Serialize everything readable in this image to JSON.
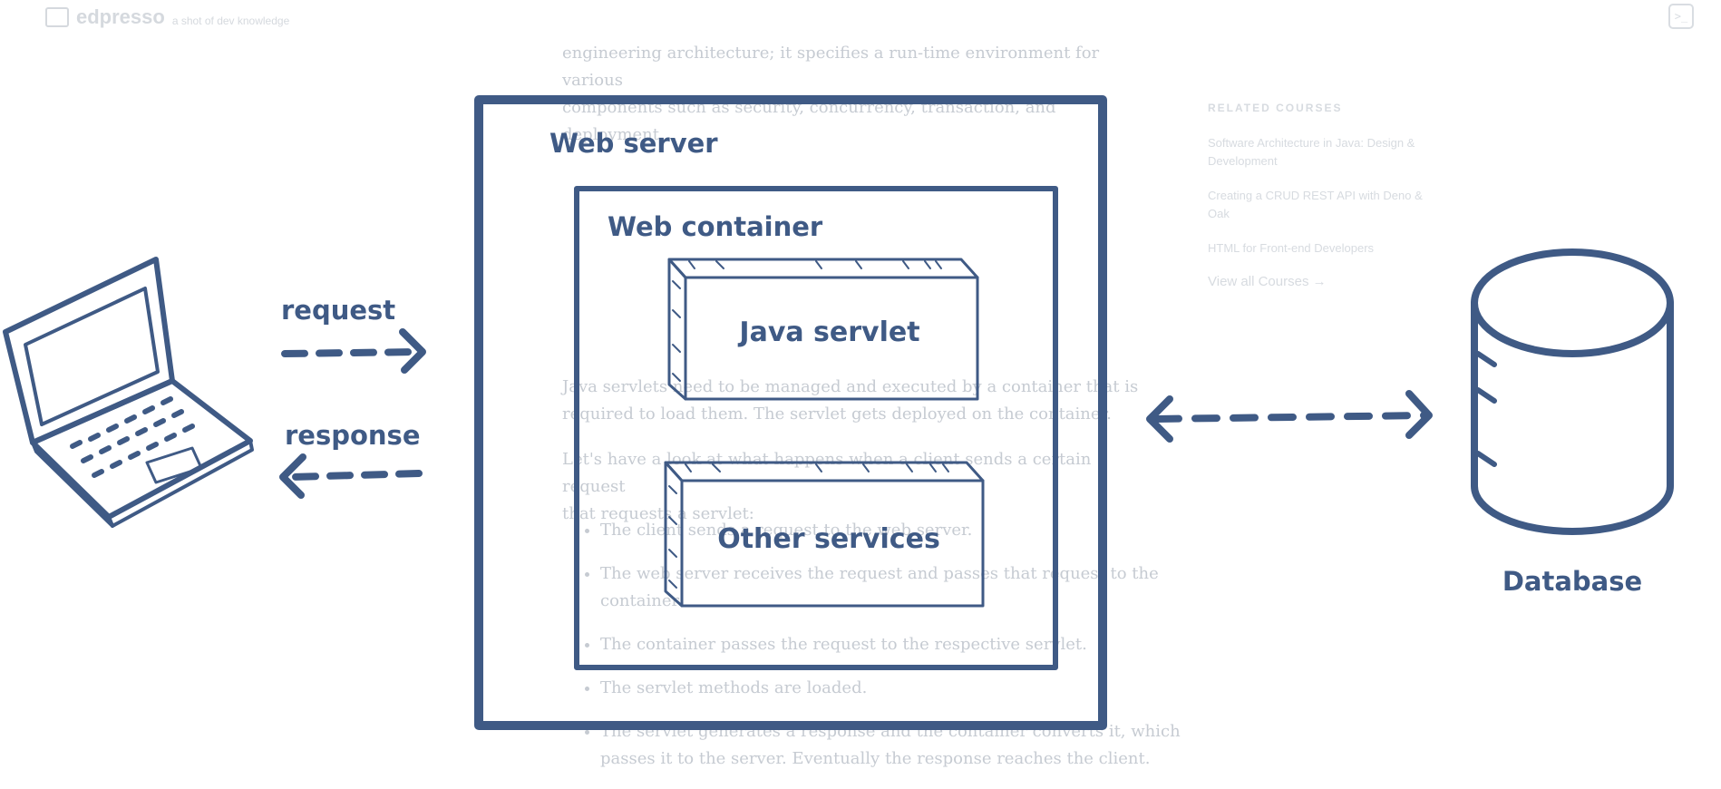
{
  "header": {
    "brand_name": "edpresso",
    "brand_tagline": "a shot of dev knowledge",
    "terminal_icon": "terminal-icon"
  },
  "article": {
    "intro_line_1": "engineering architecture; it specifies a run-time environment for various",
    "intro_line_2": "components such as security, concurrency, transaction, and deployment.",
    "para2_line_1": "Java servlets need to be managed and executed by a container that is",
    "para2_line_2": "required to load them. The servlet gets deployed on the container.",
    "para3_line_1": "Let's have a look at what happens when a client sends a certain request",
    "para3_line_2": "that requests a servlet:",
    "bullets": [
      "The client sends a request to the web server.",
      "The web server receives the request and passes that request to the container.",
      "The container passes the request to the respective servlet.",
      "The servlet methods are loaded.",
      "The servlet generates a response and the container converts it, which passes it to the server. Eventually the response reaches the client."
    ]
  },
  "sidebar": {
    "heading": "RELATED COURSES",
    "courses": [
      "Software Architecture in Java: Design & Development",
      "Creating a CRUD REST API with Deno & Oak",
      "HTML for Front-end Developers"
    ],
    "view_all": "View all Courses →"
  },
  "diagram": {
    "web_server_label": "Web server",
    "web_container_label": "Web container",
    "servlet_label": "Java servlet",
    "services_label": "Other services",
    "request_label": "request",
    "response_label": "response",
    "database_label": "Database",
    "colors": {
      "stroke": "#3f5a85",
      "servlet_fill": "#79c3e3",
      "services_fill": "#99d2cd",
      "database_fill": "#79c3e3"
    }
  }
}
